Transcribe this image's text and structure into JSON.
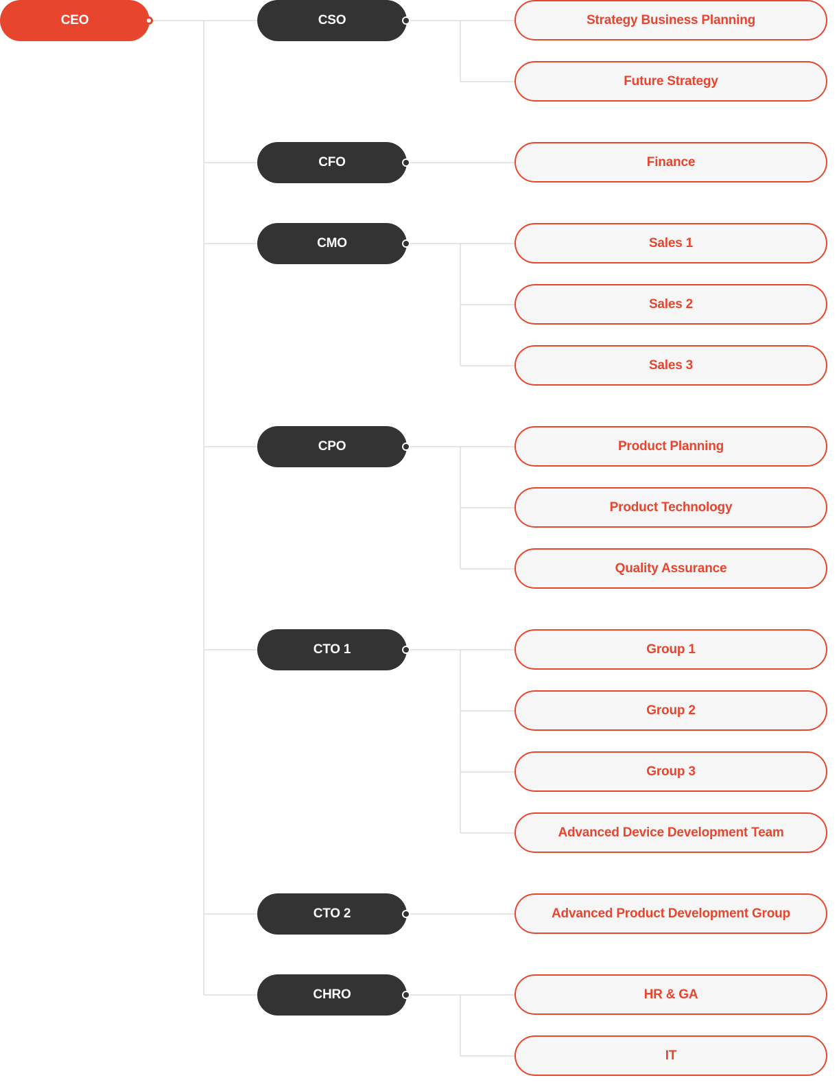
{
  "org_chart": {
    "root": {
      "label": "CEO"
    },
    "executives": [
      {
        "label": "CSO",
        "departments": [
          "Strategy Business Planning",
          "Future Strategy"
        ]
      },
      {
        "label": "CFO",
        "departments": [
          "Finance"
        ]
      },
      {
        "label": "CMO",
        "departments": [
          "Sales 1",
          "Sales 2",
          "Sales 3"
        ]
      },
      {
        "label": "CPO",
        "departments": [
          "Product Planning",
          "Product Technology",
          "Quality Assurance"
        ]
      },
      {
        "label": "CTO 1",
        "departments": [
          "Group 1",
          "Group 2",
          "Group 3",
          "Advanced Device Development Team"
        ]
      },
      {
        "label": "CTO 2",
        "departments": [
          "Advanced Product Development Group"
        ]
      },
      {
        "label": "CHRO",
        "departments": [
          "HR & GA",
          "IT"
        ]
      }
    ]
  },
  "colors": {
    "accent": "#e8452f",
    "executive": "#333333",
    "department_fill": "#f6f6f6",
    "connector": "#cccccc"
  }
}
